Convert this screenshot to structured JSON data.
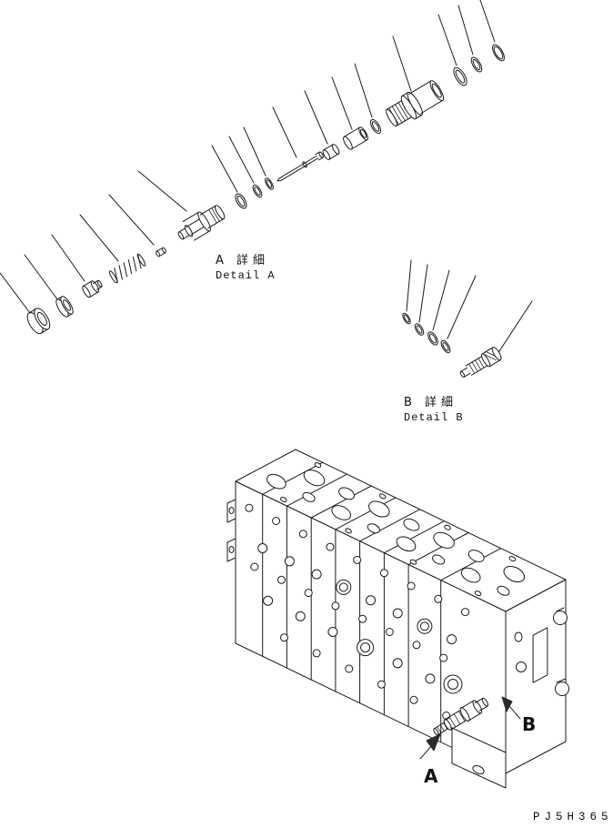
{
  "sheet": {
    "drawing_code": "PJ5H365",
    "detail_a": {
      "label_jp": "A 詳細",
      "label_en": "Detail A"
    },
    "detail_b": {
      "label_jp": "B 詳細",
      "label_en": "Detail B"
    },
    "view_arrows": {
      "a": "A",
      "b": "B"
    },
    "colors": {
      "line": "#1b1b1b",
      "background": "#ffffff"
    }
  }
}
